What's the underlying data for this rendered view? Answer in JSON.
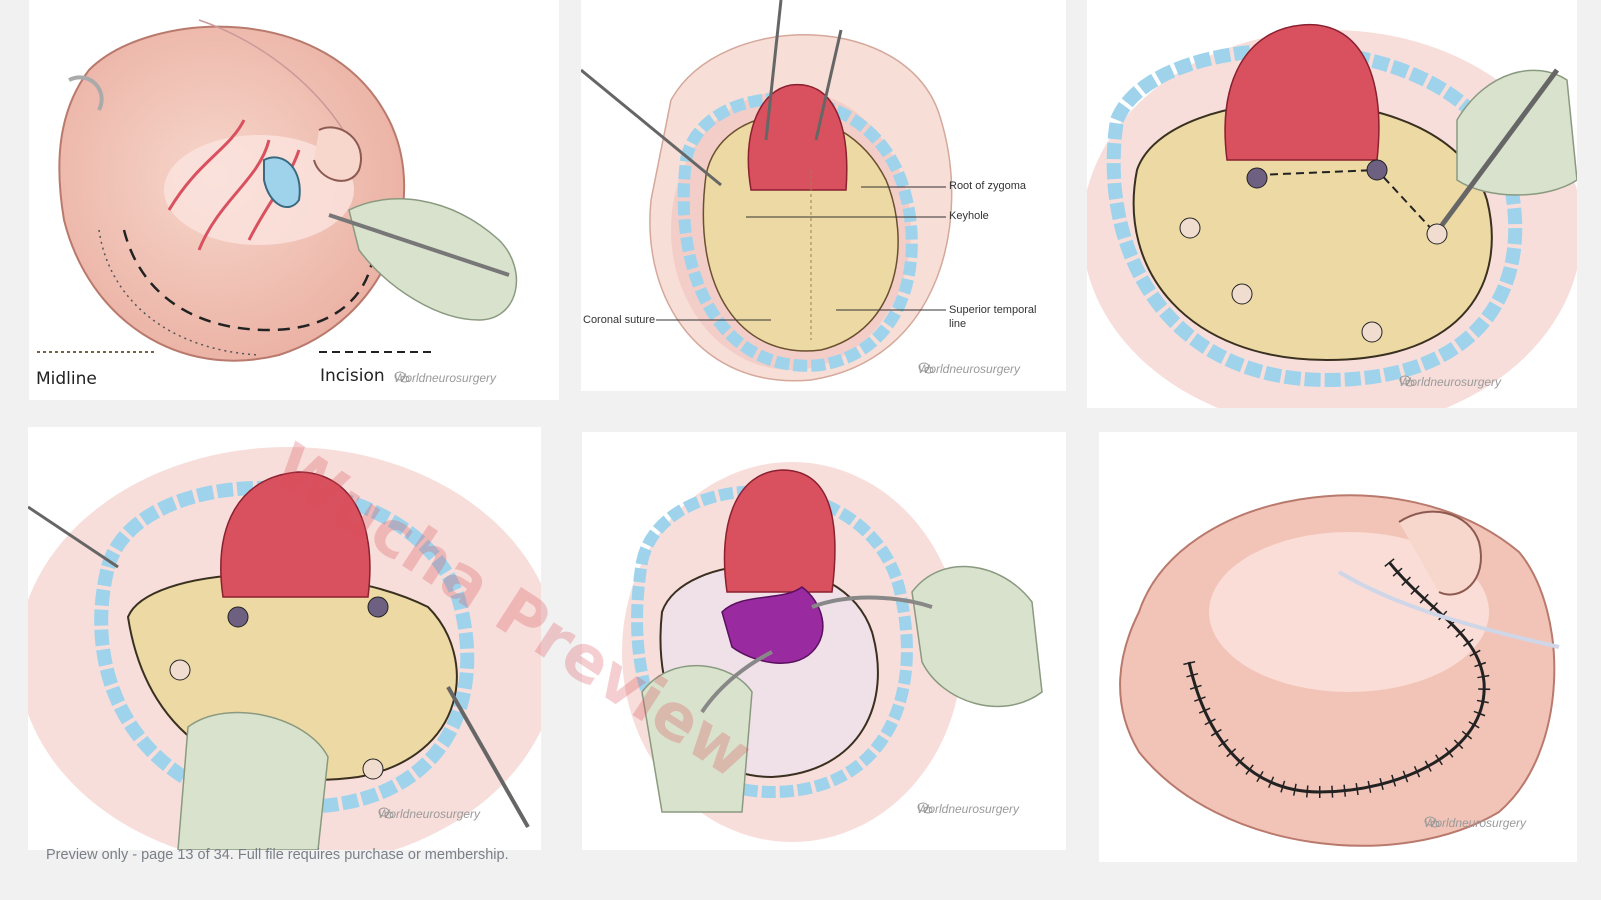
{
  "watermark_text": "Worldneurosurgery",
  "stamp_text": "Wucha Preview",
  "preview_note": "Preview only - page 13 of 34. Full file requires purchase or membership.",
  "panel1": {
    "midline_label": "Midline",
    "incision_label": "Incision"
  },
  "panel2": {
    "root_of_zygoma": "Root of zygoma",
    "keyhole": "Keyhole",
    "coronal_suture": "Coronal suture",
    "superior_temporal_line_1": "Superior temporal",
    "superior_temporal_line_2": "line"
  },
  "colors": {
    "skin": "#f2c4b8",
    "muscle": "#d9505e",
    "bone": "#ecd9a4",
    "clip": "#9fd3ec",
    "glove": "#d9e2cc",
    "tumor": "#9a2aa0",
    "background": "#f1f1f1"
  }
}
